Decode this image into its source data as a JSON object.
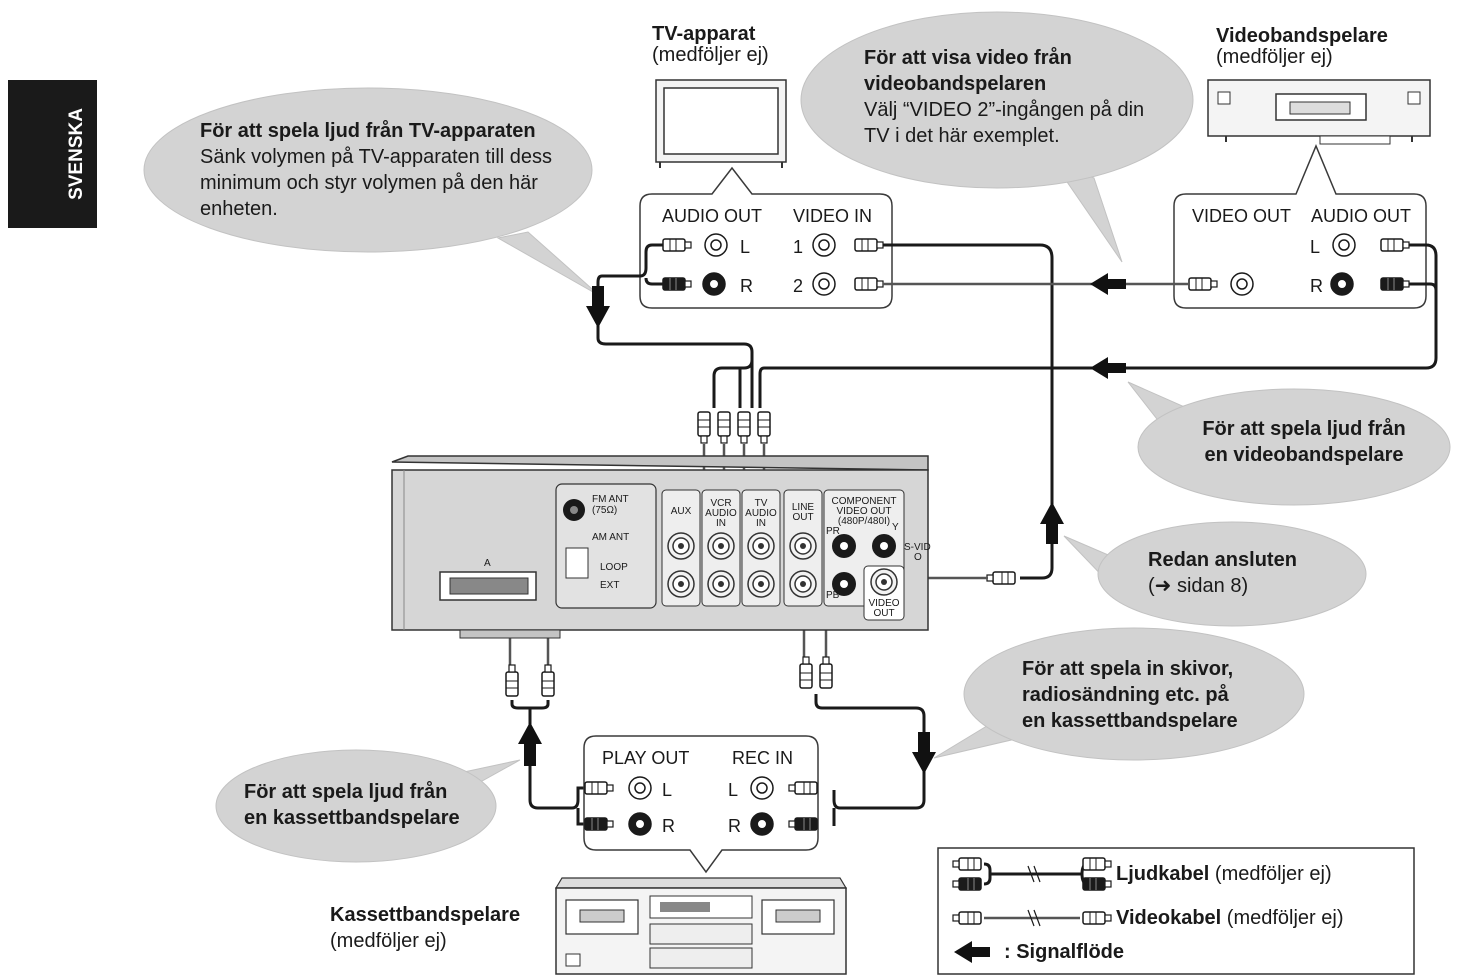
{
  "side_tab": {
    "label": "SVENSKA"
  },
  "tv": {
    "title": "TV-apparat",
    "subtitle": "(medföljer ej)",
    "panel": {
      "audio_out": "AUDIO OUT",
      "video_in": "VIDEO IN",
      "l": "L",
      "r": "R",
      "in1": "1",
      "in2": "2"
    }
  },
  "vcr": {
    "title": "Videobandspelare",
    "subtitle": "(medföljer ej)",
    "panel": {
      "video_out": "VIDEO OUT",
      "audio_out": "AUDIO OUT",
      "l": "L",
      "r": "R"
    }
  },
  "cassette": {
    "title": "Kassettbandspelare",
    "subtitle": "(medföljer ej)",
    "panel": {
      "play_out": "PLAY OUT",
      "rec_in": "REC IN",
      "l_left": "L",
      "r_left": "R",
      "l_right": "L",
      "r_right": "R"
    }
  },
  "bubbles": {
    "tv_audio": {
      "title": "För att spela ljud från TV-apparaten",
      "line1": "Sänk volymen på TV-apparaten till dess",
      "line2": "minimum och styr volymen på den här",
      "line3": "enheten."
    },
    "vcr_video": {
      "title1": "För att visa video från",
      "title2": "videobandspelaren",
      "line1": "Välj “VIDEO 2”-ingången på din",
      "line2": "TV i det här exemplet."
    },
    "vcr_audio": {
      "line1": "För att spela ljud från",
      "line2": "en videobandspelare"
    },
    "connected": {
      "title": "Redan ansluten",
      "line1": "(➜ sidan 8)"
    },
    "record": {
      "line1": "För att spela in skivor,",
      "line2": "radiosändning etc. på",
      "line3": "en kassettbandspelare"
    },
    "cassette_audio": {
      "line1": "För att spela ljud från",
      "line2": "en kassettbandspelare"
    }
  },
  "unit_panel": {
    "fm_ant": "FM ANT",
    "fm_ohm": "(75Ω)",
    "am_ant": "AM ANT",
    "loop": "LOOP",
    "ext": "EXT",
    "a": "A",
    "aux": "AUX",
    "vcr_audio_in_1": "VCR",
    "vcr_audio_in_2": "AUDIO",
    "vcr_audio_in_3": "IN",
    "tv_audio_in_1": "TV",
    "tv_audio_in_2": "AUDIO",
    "tv_audio_in_3": "IN",
    "line_out_1": "LINE",
    "line_out_2": "OUT",
    "component_1": "COMPONENT",
    "component_2": "VIDEO OUT",
    "component_3": "(480P/480I)",
    "pr": "PR",
    "pb": "PB",
    "y": "Y",
    "s_video_1": "S-VID",
    "s_video_2": "O",
    "video_out_1": "VIDEO",
    "video_out_2": "OUT"
  },
  "legend": {
    "audio_cable": "Ljudkabel",
    "audio_note": " (medföljer ej)",
    "video_cable": "Videokabel",
    "video_note": " (medföljer ej)",
    "signal_flow": ": Signalflöde"
  }
}
